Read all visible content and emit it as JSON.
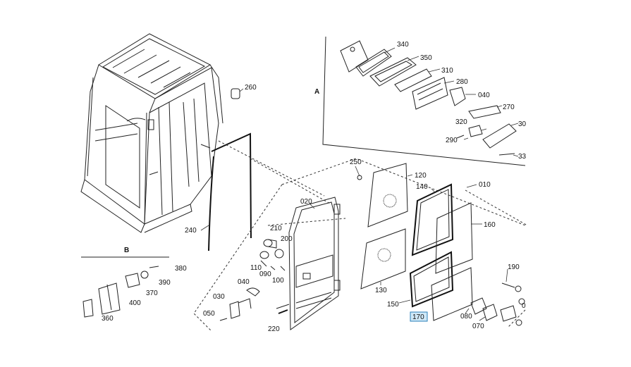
{
  "diagram": {
    "section_labels": [
      "A",
      "B"
    ],
    "parts": {
      "p340": "340",
      "p350": "350",
      "p310": "310",
      "p280": "280",
      "p040a": "040",
      "p270": "270",
      "p320": "320",
      "p290": "290",
      "p300": "30",
      "p330": "33",
      "p260": "260",
      "p250": "250",
      "p120": "120",
      "p140": "140",
      "p010": "010",
      "p020": "020",
      "p160": "160",
      "p210": "210",
      "p200": "200",
      "p110": "110",
      "p090": "090",
      "p100": "100",
      "p040b": "040",
      "p240": "240",
      "p130": "130",
      "p150": "150",
      "p170": "170",
      "p190": "190",
      "p080": "080",
      "p070": "070",
      "p030": "030",
      "p050": "050",
      "p220": "220",
      "p380": "380",
      "p390": "390",
      "p370": "370",
      "p400": "400",
      "p360": "360",
      "p0x": "0"
    },
    "highlighted_part": "170"
  }
}
